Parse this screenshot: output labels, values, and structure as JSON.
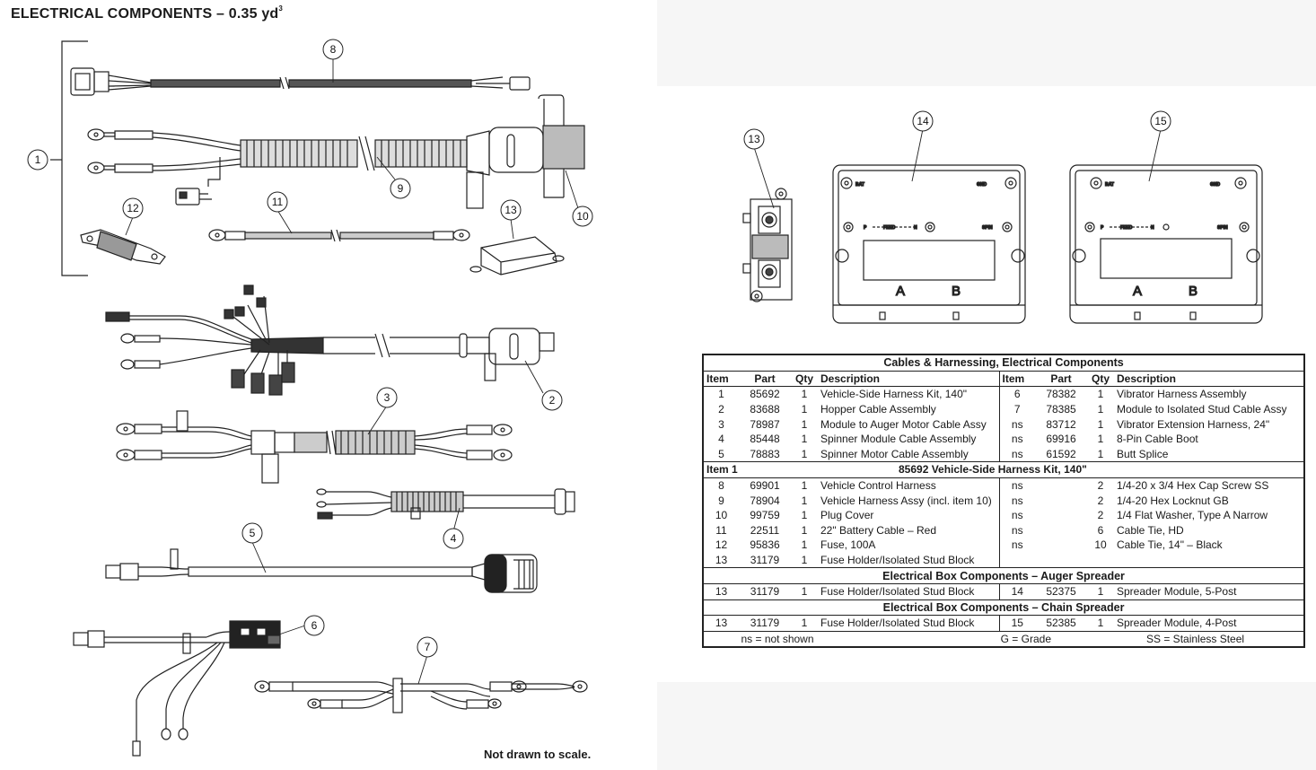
{
  "page": {
    "title": "ELECTRICAL COMPONENTS – 0.35 yd",
    "title_sup": "3",
    "note": "Not drawn to scale."
  },
  "callouts": [
    "1",
    "2",
    "3",
    "4",
    "5",
    "6",
    "7",
    "8",
    "9",
    "10",
    "11",
    "12",
    "13",
    "13",
    "14",
    "15"
  ],
  "modules": {
    "labels": {
      "bat": "BAT",
      "gnd": "GND",
      "p": "P",
      "feed": "FEED",
      "n": "N",
      "spin": "SPIN",
      "a": "A",
      "b": "B"
    }
  },
  "table": {
    "title": "Cables & Harnessing, Electrical  Components",
    "headers": [
      "Item",
      "Part",
      "Qty",
      "Description",
      "Item",
      "Part",
      "Qty",
      "Description"
    ],
    "rows": [
      [
        "1",
        "85692",
        "1",
        "Vehicle-Side Harness Kit, 140\"",
        "6",
        "78382",
        "1",
        "Vibrator Harness Assembly"
      ],
      [
        "2",
        "83688",
        "1",
        "Hopper Cable Assembly",
        "7",
        "78385",
        "1",
        "Module to Isolated Stud Cable Assy"
      ],
      [
        "3",
        "78987",
        "1",
        "Module to Auger Motor Cable Assy",
        "ns",
        "83712",
        "1",
        "Vibrator Extension Harness, 24\""
      ],
      [
        "4",
        "85448",
        "1",
        "Spinner Module Cable Assembly",
        "ns",
        "69916",
        "1",
        "8-Pin Cable Boot"
      ],
      [
        "5",
        "78883",
        "1",
        "Spinner Motor Cable Assembly",
        "ns",
        "61592",
        "1",
        "Butt Splice"
      ]
    ],
    "kit": {
      "item": "Item 1",
      "title": "85692  Vehicle-Side Harness Kit, 140\""
    },
    "kit_rows": [
      [
        "8",
        "69901",
        "1",
        "Vehicle Control Harness",
        "ns",
        "",
        "2",
        "1/4-20 x 3/4 Hex Cap Screw SS"
      ],
      [
        "9",
        "78904",
        "1",
        "Vehicle Harness Assy (incl. item 10)",
        "ns",
        "",
        "2",
        "1/4-20 Hex Locknut GB"
      ],
      [
        "10",
        "99759",
        "1",
        "Plug Cover",
        "ns",
        "",
        "2",
        "1/4 Flat Washer, Type A Narrow"
      ],
      [
        "11",
        "22511",
        "1",
        "22\" Battery Cable – Red",
        "ns",
        "",
        "6",
        "Cable Tie, HD"
      ],
      [
        "12",
        "95836",
        "1",
        "Fuse, 100A",
        "ns",
        "",
        "10",
        "Cable Tie, 14\" – Black"
      ],
      [
        "13",
        "31179",
        "1",
        "Fuse Holder/Isolated Stud Block",
        "",
        "",
        "",
        ""
      ]
    ],
    "auger": {
      "title": "Electrical Box Components – Auger Spreader",
      "row": [
        "13",
        "31179",
        "1",
        "Fuse Holder/Isolated Stud Block",
        "14",
        "52375",
        "1",
        "Spreader Module, 5-Post"
      ]
    },
    "chain": {
      "title": "Electrical Box Components – Chain Spreader",
      "row": [
        "13",
        "31179",
        "1",
        "Fuse Holder/Isolated Stud Block",
        "15",
        "52385",
        "1",
        "Spreader Module, 4-Post"
      ]
    },
    "legend": [
      "ns = not shown",
      "G = Grade",
      "SS = Stainless Steel"
    ]
  }
}
